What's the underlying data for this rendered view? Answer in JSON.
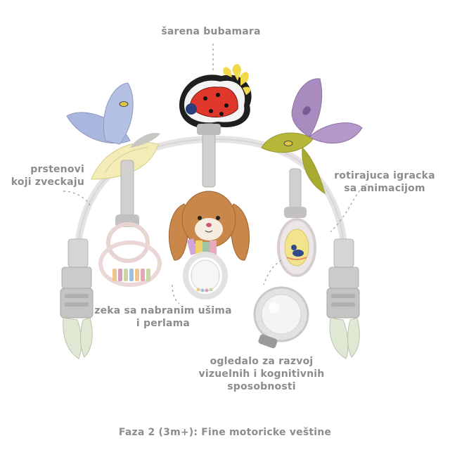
{
  "labels": {
    "ladybug": "šarena bubamara",
    "rings": [
      "prstenovi",
      "koji zveckaju"
    ],
    "rotating": [
      "rotirajuca igracka",
      "sa animacijom"
    ],
    "bunny": [
      "zeka sa nabranim ušima",
      "i perlama"
    ],
    "mirror": [
      "ogledalo za razvoj",
      "vizuelnih i kognitivnih",
      "sposobnosti"
    ],
    "caption": "Faza 2 (3m+): Fine motoricke veštine"
  },
  "colors": {
    "label_text": "#8c8c8c",
    "arch": "#e6e3e4",
    "clamp": "#c9c9c7",
    "blue_petal": "#a9b6de",
    "yellow_leaf": "#f3ecb6",
    "purple_petal": "#a98cbf",
    "olive_leaf": "#b6b83a",
    "ladybug_red": "#e0372d",
    "bunny_brown": "#c9874a"
  }
}
